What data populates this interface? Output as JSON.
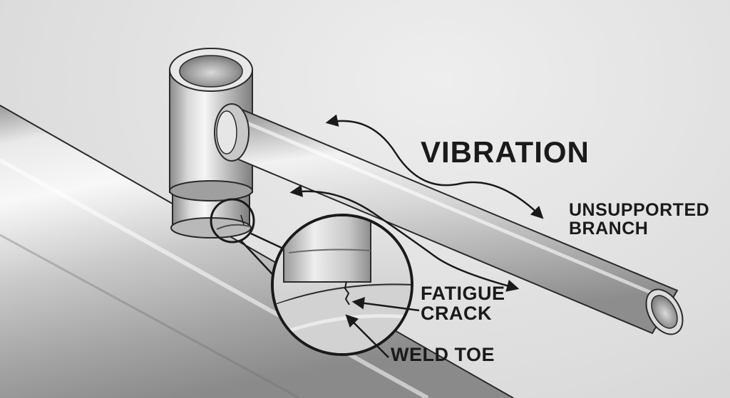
{
  "labels": {
    "vibration": "VIBRATION",
    "unsupported_branch": [
      "UNSUPPORTED",
      "BRANCH"
    ],
    "fatigue_crack": [
      "FATIGUE",
      "CRACK"
    ],
    "weld_toe": "WELD TOE"
  },
  "colors": {
    "background": "#dcdcdc",
    "metal_light": "#f4f4f4",
    "metal_mid": "#bdbdbd",
    "metal_dark": "#7a7a7a",
    "outline": "#2a2a2a",
    "text": "#1a1a1a"
  }
}
